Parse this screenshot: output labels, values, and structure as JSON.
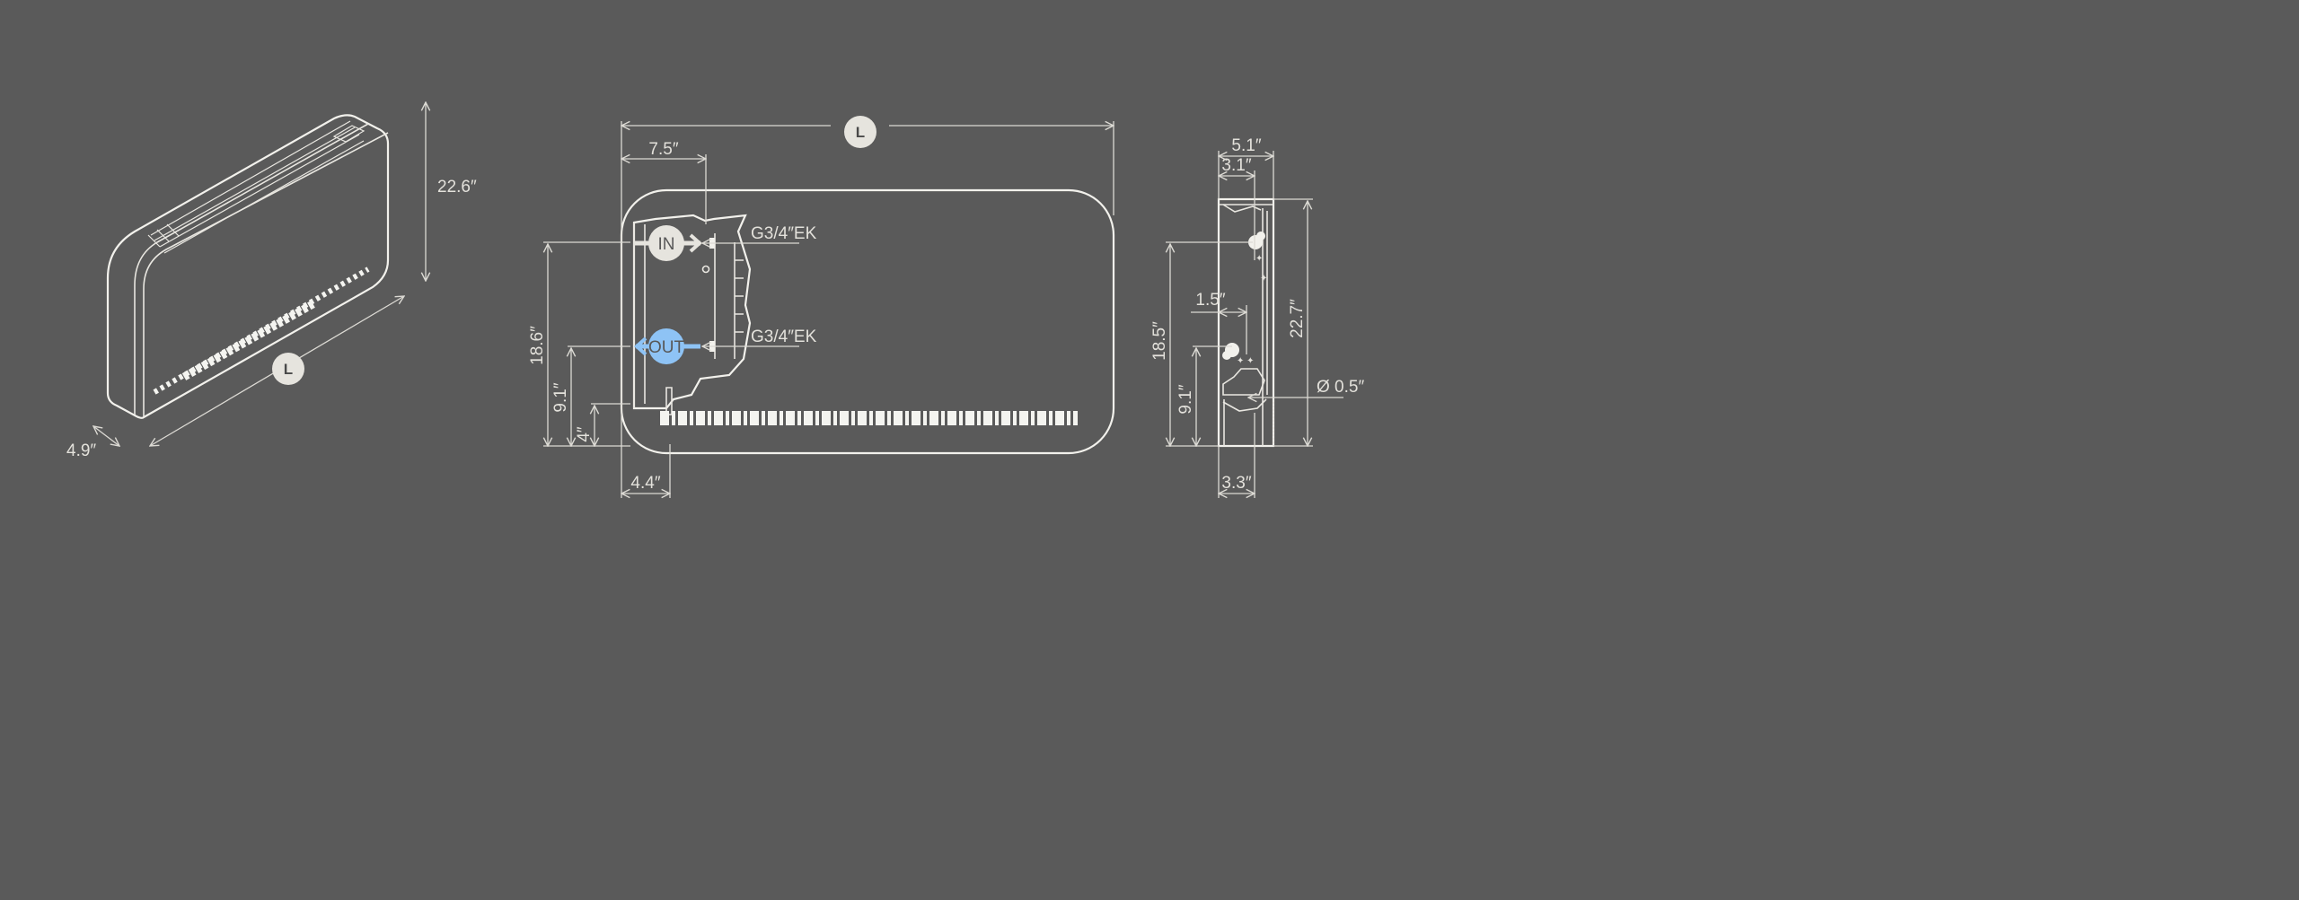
{
  "iso_view": {
    "height": "22.6″",
    "depth": "4.9″",
    "length_label": "L"
  },
  "front_view": {
    "length_label": "L",
    "inlet_offset": "7.5″",
    "in_label": "IN",
    "out_label": "OUT",
    "in_thread": "G3/4″EK",
    "out_thread": "G3/4″EK",
    "in_height": "18.6″",
    "out_height": "9.1″",
    "bottom_height": "4″",
    "bottom_offset": "4.4″"
  },
  "side_view": {
    "total_depth": "5.1″",
    "inlet_depth": "3.1″",
    "outlet_depth": "1.5″",
    "in_height": "18.5″",
    "out_height": "9.1″",
    "total_height": "22.7″",
    "drain_diameter": "Ø 0.5″",
    "bottom_depth": "3.3″"
  },
  "colors": {
    "background": "#5a5a5a",
    "line": "#e9e7e1",
    "out_accent": "#8ec3f5",
    "label_circle": "#e6e4de"
  }
}
